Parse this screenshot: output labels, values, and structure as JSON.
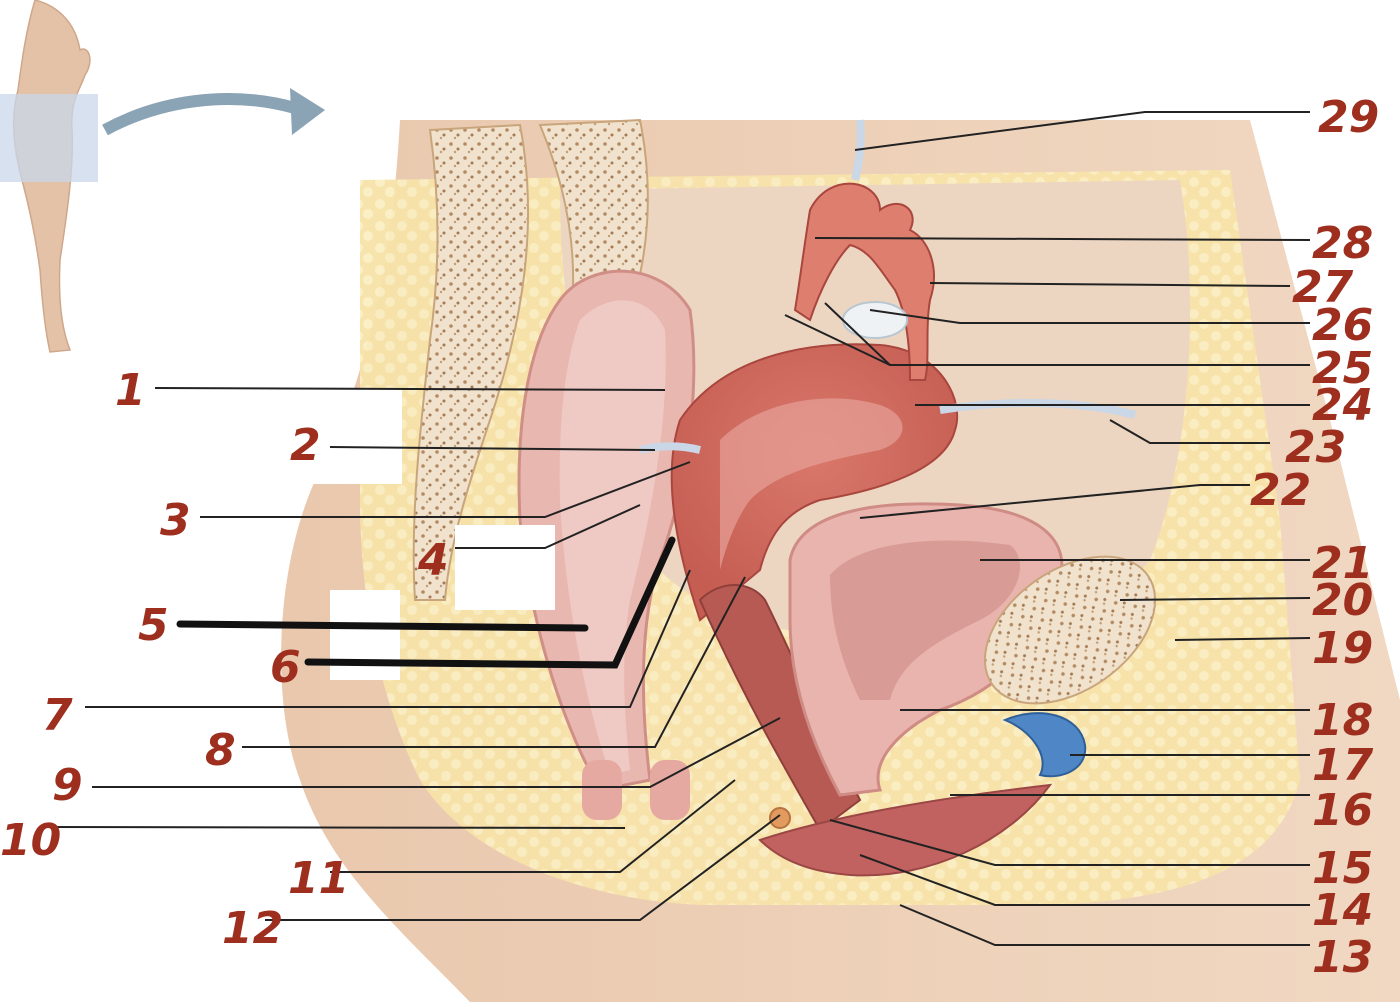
{
  "diagram": {
    "kind": "labeled anatomical illustration",
    "label_color": "#9e2f1f",
    "labels": [
      {
        "id": "1",
        "text": "1"
      },
      {
        "id": "2",
        "text": "2"
      },
      {
        "id": "3",
        "text": "3"
      },
      {
        "id": "4",
        "text": "4"
      },
      {
        "id": "5",
        "text": "5"
      },
      {
        "id": "6",
        "text": "6"
      },
      {
        "id": "7",
        "text": "7"
      },
      {
        "id": "8",
        "text": "8"
      },
      {
        "id": "9",
        "text": "9"
      },
      {
        "id": "10",
        "text": "10"
      },
      {
        "id": "11",
        "text": "11"
      },
      {
        "id": "12",
        "text": "12"
      },
      {
        "id": "13",
        "text": "13"
      },
      {
        "id": "14",
        "text": "14"
      },
      {
        "id": "15",
        "text": "15"
      },
      {
        "id": "16",
        "text": "16"
      },
      {
        "id": "17",
        "text": "17"
      },
      {
        "id": "18",
        "text": "18"
      },
      {
        "id": "19",
        "text": "19"
      },
      {
        "id": "20",
        "text": "20"
      },
      {
        "id": "21",
        "text": "21"
      },
      {
        "id": "22",
        "text": "22"
      },
      {
        "id": "23",
        "text": "23"
      },
      {
        "id": "24",
        "text": "24"
      },
      {
        "id": "25",
        "text": "25"
      },
      {
        "id": "26",
        "text": "26"
      },
      {
        "id": "27",
        "text": "27"
      },
      {
        "id": "28",
        "text": "28"
      },
      {
        "id": "29",
        "text": "29"
      }
    ]
  }
}
